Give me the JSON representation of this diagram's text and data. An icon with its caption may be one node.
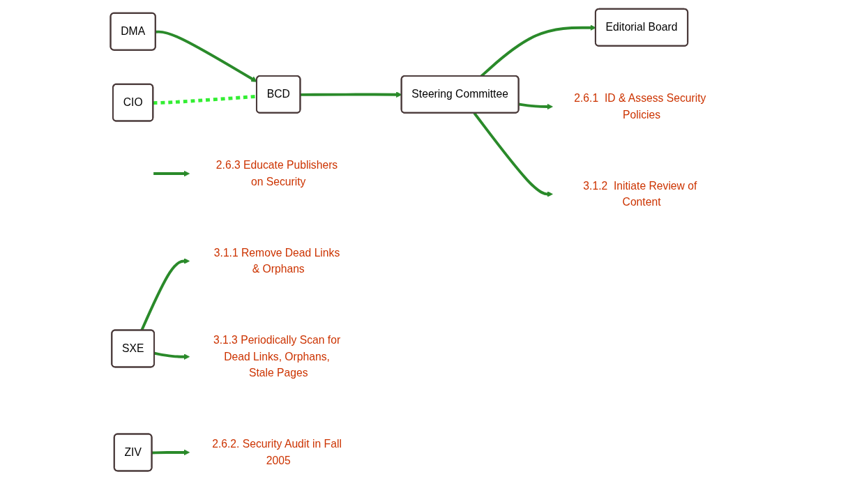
{
  "diagram": {
    "nodes": [
      {
        "text": [
          "DMA"
        ]
      },
      {
        "text": [
          "CIO"
        ]
      },
      {
        "text": [
          "BCD"
        ]
      },
      {
        "text": [
          "Steering Committee"
        ]
      },
      {
        "text": [
          "Editorial Board"
        ]
      },
      {
        "text": [
          "2.6.1  ID & Assess Security Policies"
        ]
      },
      {
        "text": [
          "3.1.2  Initiate Review of Content"
        ]
      },
      {
        "text": [
          "2.6.3 Educate Publishers on Security"
        ]
      },
      {
        "text": [
          "SXE"
        ]
      },
      {
        "text": [
          "3.1.1 Remove Dead Links & Orphans"
        ]
      },
      {
        "text": [
          "3.1.3 Periodically Scan for Dead Links, Orphans, Stale Pages"
        ]
      },
      {
        "text": [
          "ZIV"
        ]
      },
      {
        "text": [
          "2.6.2. Security Audit in Fall 2005"
        ]
      }
    ],
    "edges": [
      {
        "from": 0,
        "to": 2,
        "arrow": "to"
      },
      {
        "from": 1,
        "to": 2,
        "arrow": "none",
        "style": "dashed",
        "color": "#33ee33"
      },
      {
        "from": 2,
        "to": 3,
        "arrow": "to"
      },
      {
        "from": 3,
        "to": 4,
        "arrow": "to"
      },
      {
        "from": 3,
        "to": 5,
        "arrow": "to"
      },
      {
        "from": 3,
        "to": 6,
        "arrow": "to"
      },
      {
        "from": null,
        "to": 7,
        "arrow": "to"
      },
      {
        "from": 8,
        "to": 9,
        "arrow": "to"
      },
      {
        "from": 8,
        "to": 10,
        "arrow": "to"
      },
      {
        "from": 11,
        "to": 12,
        "arrow": "to"
      }
    ]
  }
}
